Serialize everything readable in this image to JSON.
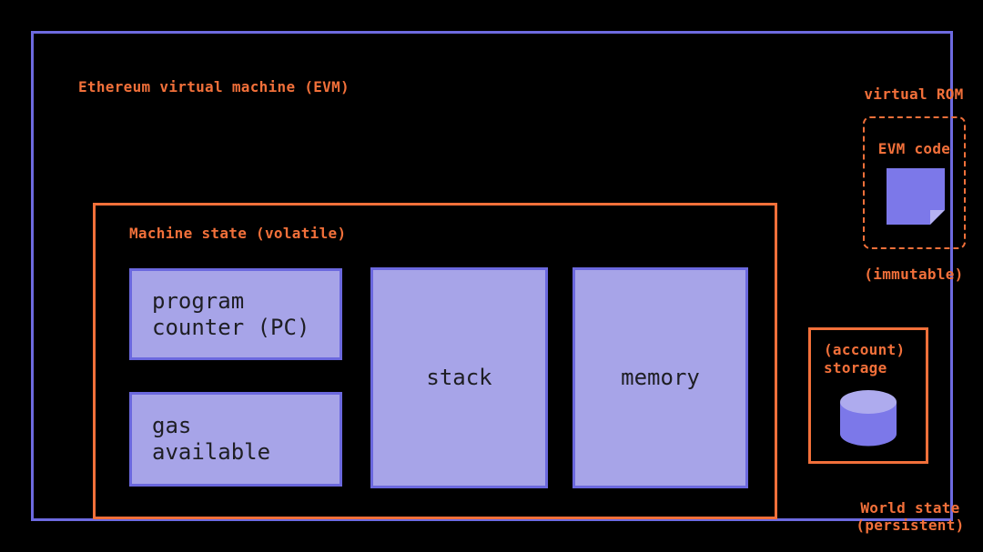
{
  "evm": {
    "title": "Ethereum virtual machine (EVM)",
    "machine_state": {
      "title": "Machine state (volatile)",
      "program_counter": "program\ncounter (PC)",
      "gas_available": "gas\navailable",
      "stack": "stack",
      "memory": "memory"
    },
    "virtual_rom": {
      "title": "virtual ROM",
      "evm_code": "EVM code",
      "caption": "(immutable)"
    },
    "world_state": {
      "account_storage": "(account)\nstorage",
      "caption": "World state\n(persistent)"
    }
  },
  "icons": {
    "evm_code": "note-page-icon",
    "account_storage": "database-cylinder-icon"
  },
  "colors": {
    "background": "#000000",
    "orange_accent": "#f2703a",
    "outer_border_purple": "#6d6ae0",
    "box_fill_purple": "#a7a4e8",
    "box_border_purple": "#6b68de",
    "icon_purple": "#7c78e9",
    "icon_fold_light_purple": "#b5b2f2",
    "box_text_dark": "#1e1e23"
  }
}
